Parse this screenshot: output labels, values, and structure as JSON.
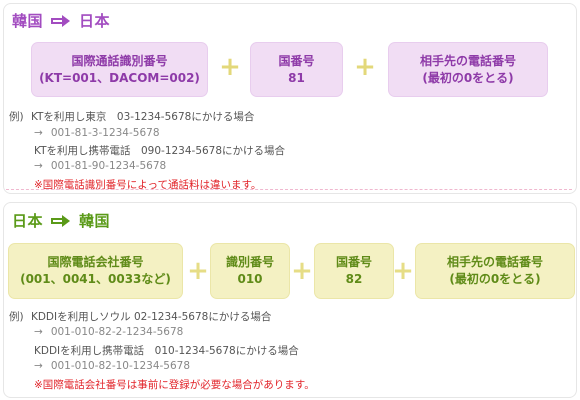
{
  "section1": {
    "title_from": "韓国",
    "title_to": "日本",
    "boxes": [
      {
        "line1": "国際通話識別番号",
        "line2": "(KT=001、DACOM=002)"
      },
      {
        "line1": "国番号",
        "line2": "81"
      },
      {
        "line1": "相手先の電話番号",
        "line2": "(最初の0をとる)"
      }
    ],
    "plus": "+",
    "example_label": "例)",
    "examples": [
      {
        "text": "KTを利用し東京　03-1234-5678にかける場合",
        "result": "001-81-3-1234-5678"
      },
      {
        "text": "KTを利用し携帯電話　090-1234-5678にかける場合",
        "result": "001-81-90-1234-5678"
      }
    ],
    "arrow": "→",
    "note": "※国際電話識別番号によって通話料は違います。"
  },
  "section2": {
    "title_from": "日本",
    "title_to": "韓国",
    "boxes": [
      {
        "line1": "国際電話会社番号",
        "line2": "(001、0041、0033など)"
      },
      {
        "line1": "識別番号",
        "line2": "010"
      },
      {
        "line1": "国番号",
        "line2": "82"
      },
      {
        "line1": "相手先の電話番号",
        "line2": "(最初の0をとる)"
      }
    ],
    "plus": "+",
    "example_label": "例)",
    "examples": [
      {
        "text": "KDDIを利用しソウル 02-1234-5678にかける場合",
        "result": "001-010-82-2-1234-5678"
      },
      {
        "text": "KDDIを利用し携帯電話　010-1234-5678にかける場合",
        "result": "001-010-82-10-1234-5678"
      }
    ],
    "arrow": "→",
    "note": "※国際電話会社番号は事前に登録が必要な場合があります。"
  },
  "colors": {
    "purple_title": "#a24cc0",
    "purple_box": "#f1ddf4",
    "green_title": "#5a9a18",
    "green_box": "#f4f1c3",
    "plus": "#e3d87a",
    "note_red": "#e2242a"
  },
  "icons": [
    "arrow-right-icon"
  ]
}
